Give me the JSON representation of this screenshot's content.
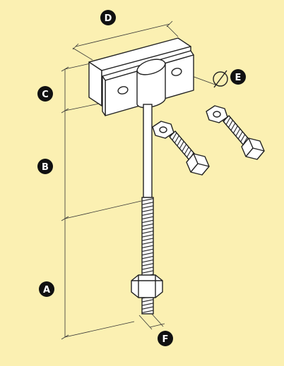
{
  "colors": {
    "background": "#fbf0b2",
    "ink": "#222222",
    "metal": "#ffffff",
    "badge": "#111111",
    "badge_text": "#ffffff"
  },
  "labels": {
    "a": "A",
    "b": "B",
    "c": "C",
    "d": "D",
    "e": "E",
    "f": "F"
  },
  "symbols": {
    "diameter": "Ø"
  }
}
